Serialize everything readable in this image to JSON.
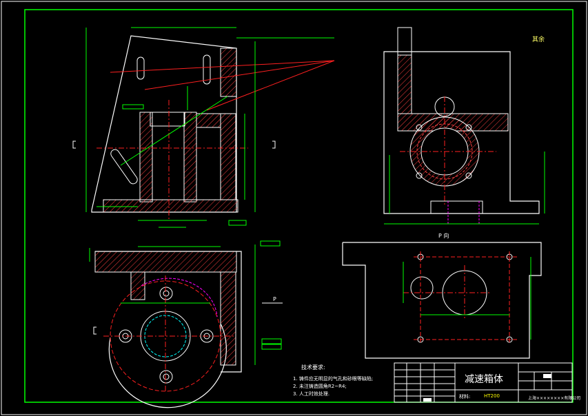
{
  "drawing": {
    "title": "减速箱体",
    "material_label": "材料:",
    "material": "HT200",
    "company": "上海××××××××有限公司",
    "roughness_note": "其余",
    "view_label_p": "P 向",
    "arrow_label_p": "P"
  },
  "technical_requirements": {
    "title": "技术要求:",
    "items": [
      "1. 铸件应无明显的气孔和砂眼等缺陷;",
      "2. 未注铸造圆角R2~R4;",
      "3. 人工时效处理."
    ]
  },
  "colors": {
    "background": "#000000",
    "frame": "#00ff00",
    "outline": "#ffffff",
    "hatch": "#ff4040",
    "center_line": "#ff2020",
    "dimension": "#00ff00",
    "magenta": "#ff00ff",
    "cyan": "#00ffff",
    "yellow": "#ffff00"
  }
}
